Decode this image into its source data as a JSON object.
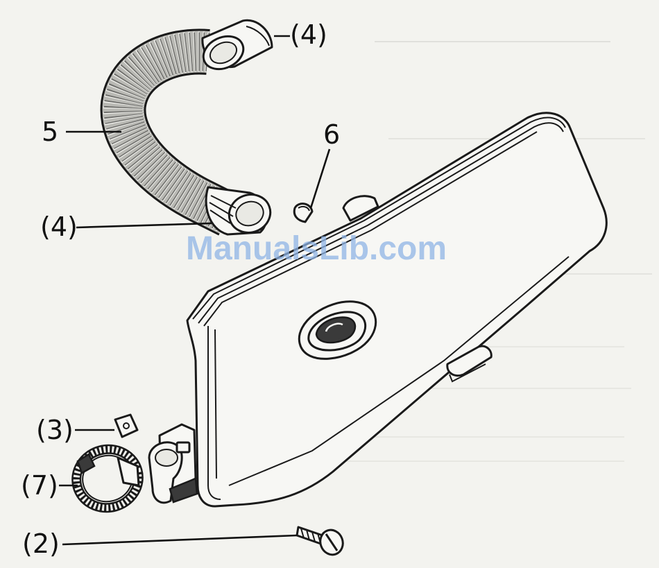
{
  "callouts": {
    "hose_end_top": "(4)",
    "hose": "5",
    "grommet": "6",
    "hose_end_bottom": "(4)",
    "nut": "(3)",
    "clamp": "(7)",
    "screw": "(2)"
  },
  "watermark": "ManualsLib.com",
  "colors": {
    "ink": "#1a1a1a",
    "paper": "#f3f3ef",
    "watermark": "#8fb4e6"
  }
}
